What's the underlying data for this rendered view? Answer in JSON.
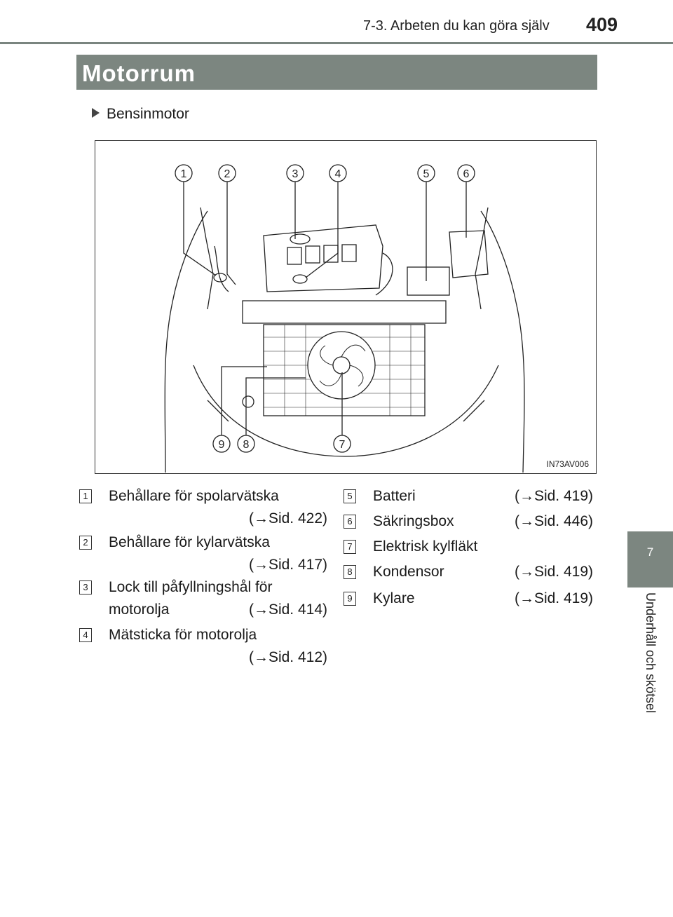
{
  "header": {
    "section": "7-3. Arbeten du kan göra själv",
    "page_number": "409"
  },
  "title": "Motorrum",
  "side_tab": {
    "number": "7",
    "label": "Underhåll och skötsel"
  },
  "subheading": "Bensinmotor",
  "figure": {
    "code": "IN73AV006",
    "callouts": [
      "1",
      "2",
      "3",
      "4",
      "5",
      "6",
      "7",
      "8",
      "9"
    ]
  },
  "legend": [
    {
      "num": "1",
      "line1": "Behållare för spolarvätska",
      "ref": "(→Sid. 422)"
    },
    {
      "num": "2",
      "line1": "Behållare för kylarvätska",
      "ref": "(→Sid. 417)"
    },
    {
      "num": "3",
      "line1": "Lock till påfyllningshål för",
      "line2": "motorolja",
      "ref": "(→Sid. 414)"
    },
    {
      "num": "4",
      "line1": "Mätsticka för motorolja",
      "ref": "(→Sid. 412)"
    },
    {
      "num": "5",
      "line1": "Batteri",
      "ref": "(→Sid. 419)"
    },
    {
      "num": "6",
      "line1": "Säkringsbox",
      "ref": "(→Sid. 446)"
    },
    {
      "num": "7",
      "line1": "Elektrisk kylfläkt",
      "ref": ""
    },
    {
      "num": "8",
      "line1": "Kondensor",
      "ref": "(→Sid. 419)"
    },
    {
      "num": "9",
      "line1": "Kylare",
      "ref": "(→Sid. 419)"
    }
  ]
}
